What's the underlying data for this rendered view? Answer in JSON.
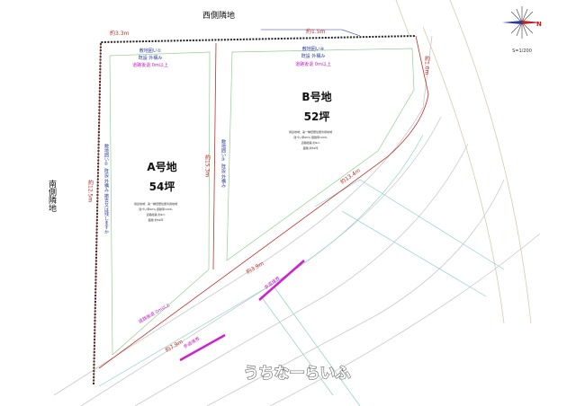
{
  "neighbors": {
    "west": "西側隣地",
    "south": "南側隣地"
  },
  "lot_a": {
    "name": "A号地",
    "area": "54坪",
    "notes": [
      "用途地域：第一種低層住居専用地域",
      "建ぺい率60％ 容積率100％",
      "道路幅員 約4m",
      "面積 約54坪"
    ],
    "side_label_1": "敷地囲い①",
    "side_label_2": "既設 外構み",
    "side_label_3": "道路後退 0m以上",
    "vertical_note": "敷地囲い② 既設 外構み 撤去又は残しますか"
  },
  "lot_b": {
    "name": "B号地",
    "area": "52坪",
    "notes": [
      "用途地域：第一種低層住居専用地域",
      "建ぺい率60％ 容積率100％",
      "道路幅員 約4m",
      "面積 約52坪"
    ],
    "side_label_1": "敷地囲い④",
    "side_label_2": "既設 外構み",
    "side_label_3": "道路後退 0m以上",
    "vertical_note": "敷地囲い③ 既設 外構み"
  },
  "dimensions": {
    "top_a": "約3.3m",
    "top_b": "約1.5m",
    "right": "約1.0m",
    "left": "約12.5m",
    "divider": "約15.3m",
    "road_a": "約7.9m",
    "road_mid": "約3.9m",
    "road_b": "約13.4m"
  },
  "road_labels": {
    "sidewalk_1": "歩道境界",
    "sidewalk_2": "歩道境界",
    "setback": "道路後退 0m以上"
  },
  "scale": "S=1/200",
  "compass_label": "N",
  "watermark": "うちなーらいふ",
  "colors": {
    "boundary": "#222222",
    "lot_line": "#c0302a",
    "inner": "#7ac87a",
    "highlight": "#d020d0",
    "road": "#bbbbbb"
  }
}
